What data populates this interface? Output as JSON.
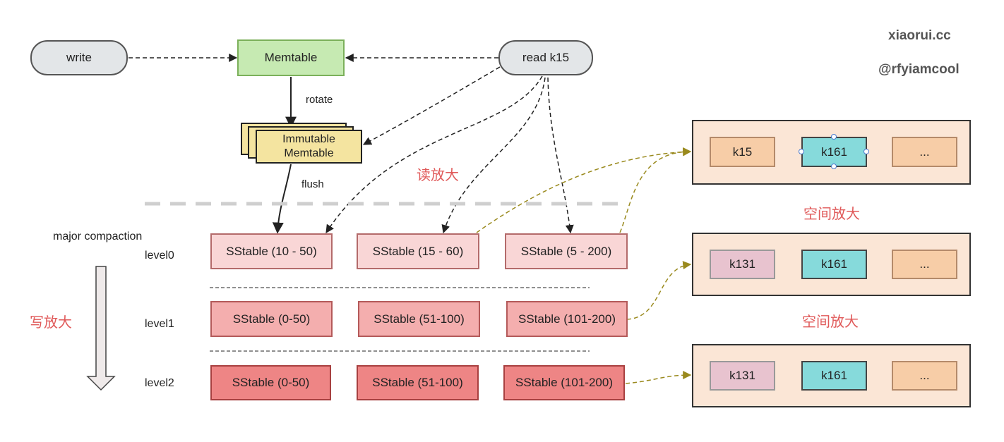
{
  "credits": {
    "site": "xiaorui.cc",
    "handle": "@rfyiamcool"
  },
  "nodes": {
    "write": "write",
    "memtable": "Memtable",
    "read": "read k15",
    "immutable_line1": "Immutable",
    "immutable_line2": "Memtable"
  },
  "edge_labels": {
    "rotate": "rotate",
    "flush": "flush",
    "read_amp": "读放大",
    "write_amp": "写放大",
    "space_amp_1": "空间放大",
    "space_amp_2": "空间放大"
  },
  "levels": {
    "major_compaction": "major compaction",
    "level0": {
      "label": "level0",
      "sstables": [
        "SStable (10 - 50)",
        "SStable (15 - 60)",
        "SStable (5 - 200)"
      ]
    },
    "level1": {
      "label": "level1",
      "sstables": [
        "SStable (0-50)",
        "SStable (51-100)",
        "SStable (101-200)"
      ]
    },
    "level2": {
      "label": "level2",
      "sstables": [
        "SStable (0-50)",
        "SStable (51-100)",
        "SStable (101-200)"
      ]
    }
  },
  "panels": [
    {
      "keys": [
        "k15",
        "k161",
        "..."
      ]
    },
    {
      "keys": [
        "k131",
        "k161",
        "..."
      ]
    },
    {
      "keys": [
        "k131",
        "k161",
        "..."
      ]
    }
  ],
  "colors": {
    "memtable": "#c6eab2",
    "immutable": "#f4e4a0",
    "sstable_level0": "#f9d6d6",
    "sstable_level1": "#f4aeae",
    "sstable_level2": "#ee8585",
    "panel": "#fbe6d6",
    "key_peach": "#f7cda7",
    "key_cyan": "#86dadb",
    "key_pink": "#e8c3cf",
    "amplification_text": "#e05a5a",
    "space_arrow": "#9a8a1e"
  }
}
